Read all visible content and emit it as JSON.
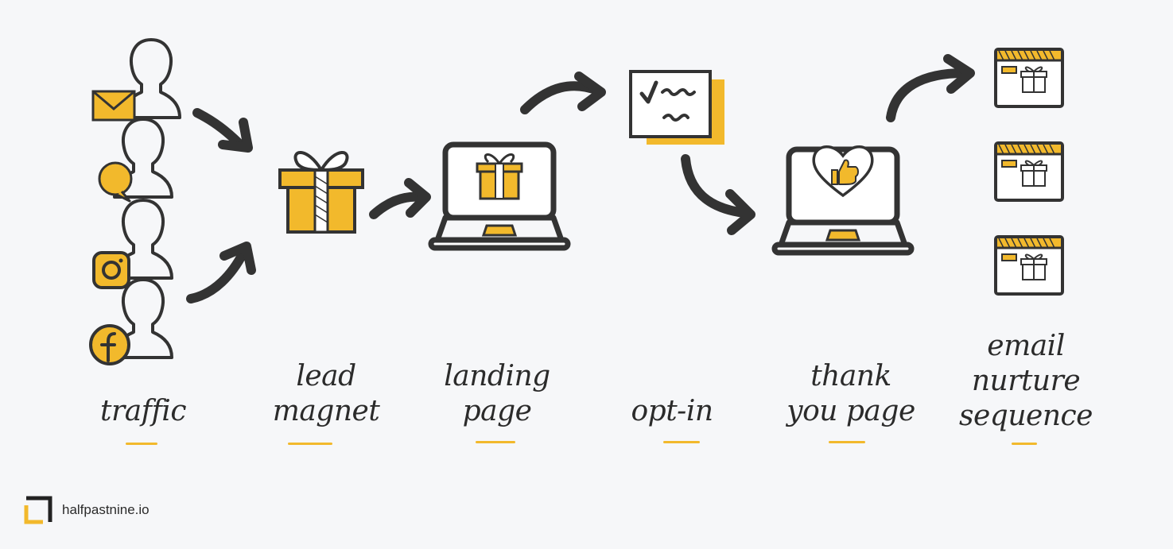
{
  "steps": [
    {
      "id": "traffic",
      "lines": [
        "traffic"
      ]
    },
    {
      "id": "lead-magnet",
      "lines": [
        "lead",
        "magnet"
      ]
    },
    {
      "id": "landing-page",
      "lines": [
        "landing",
        "page"
      ]
    },
    {
      "id": "opt-in",
      "lines": [
        "opt-in"
      ]
    },
    {
      "id": "thank-you-page",
      "lines": [
        "thank",
        "you page"
      ]
    },
    {
      "id": "email-nurture-sequence",
      "lines": [
        "email",
        "nurture",
        "sequence"
      ]
    }
  ],
  "brand": {
    "name": "halfpastnine.io"
  },
  "colors": {
    "accent": "#f2b92c",
    "ink": "#333333",
    "background": "#f6f7f9"
  },
  "icons": [
    "person-icon",
    "envelope-icon",
    "chat-bubble-icon",
    "instagram-icon",
    "facebook-icon",
    "gift-icon",
    "laptop-icon",
    "checklist-form-icon",
    "heart-thumbs-up-icon",
    "email-gift-icon",
    "arrow-icon"
  ]
}
